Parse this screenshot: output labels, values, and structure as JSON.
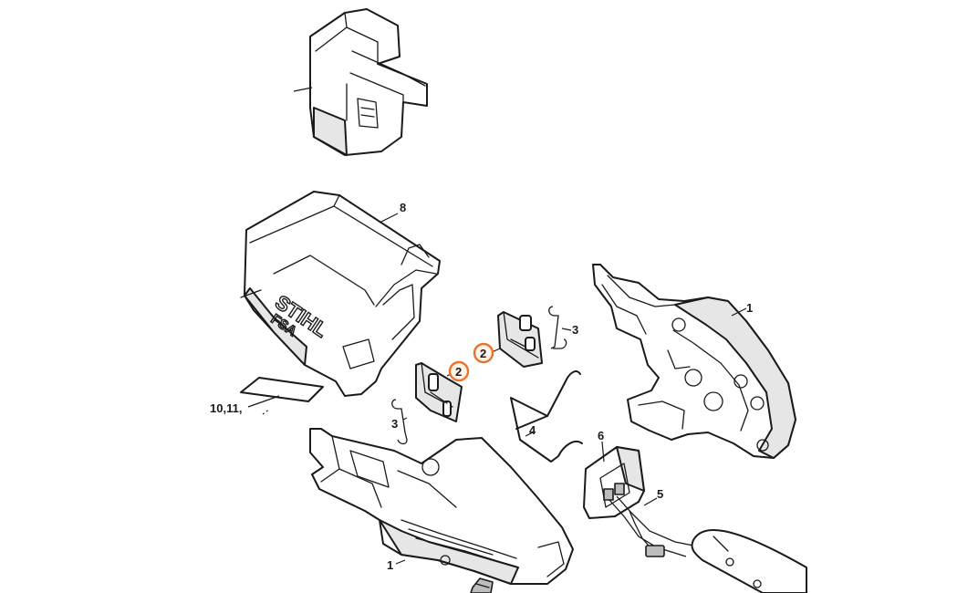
{
  "diagram": {
    "callouts": {
      "c1_right": "1",
      "c1_bottom": "1",
      "c2_left": "2",
      "c2_right": "2",
      "c3_left": "3",
      "c3_right": "3",
      "c4": "4",
      "c5": "5",
      "c6": "6",
      "c8": "8",
      "c10": "10,11,"
    },
    "highlighted_callout": "2",
    "highlight_color": "#e8742a",
    "logo": {
      "brand": "STIHL",
      "model": "FSA"
    }
  }
}
